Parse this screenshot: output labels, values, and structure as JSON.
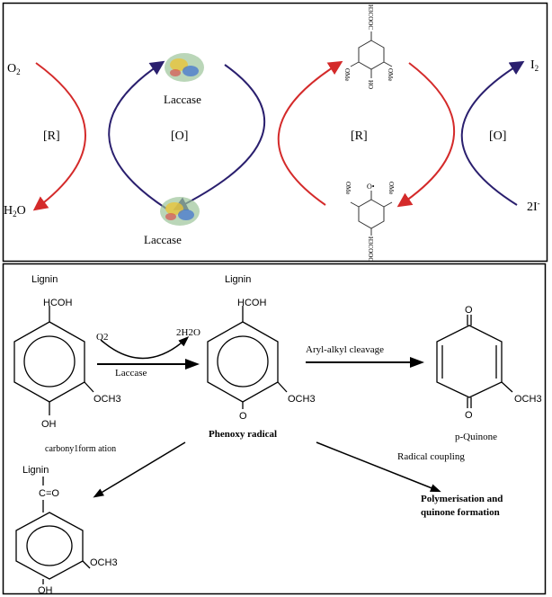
{
  "colors": {
    "reduction": "#d42a2a",
    "oxidation": "#2a1f6e"
  },
  "top_panel": {
    "o2": "O",
    "o2_sub": "2",
    "h2o_a": "H",
    "h2o_sub": "2",
    "h2o_b": "O",
    "laccase_top": "Laccase",
    "laccase_bottom": "Laccase",
    "r1": "[R]",
    "o1": "[O]",
    "r2": "[R]",
    "o2_label": "[O]",
    "i2": "I",
    "i2_sub": "2",
    "iodide": "2I",
    "iodide_sup": "-",
    "mol_top": {
      "ester": "H3COOC",
      "ome_left": "OMe",
      "ome_right": "OMe",
      "oh": "HO"
    },
    "mol_bottom": {
      "ester": "H3COOC",
      "ome_left": "OMe",
      "ome_right": "OMe",
      "radical": "O•"
    }
  },
  "bottom_panel": {
    "mol1": {
      "lignin": "Lignin",
      "group": "HCOH",
      "och3": "OCH3",
      "oh": "OH"
    },
    "reagent": "O2",
    "product": "2H2O",
    "enzyme": "Laccase",
    "mol2": {
      "lignin": "Lignin",
      "group": "HCOH",
      "och3": "OCH3",
      "o": "O",
      "name": "Phenoxy radical"
    },
    "cleavage": "Aryl-alkyl cleavage",
    "mol3": {
      "o_top": "O",
      "o_bottom": "O",
      "och3": "OCH3",
      "name": "p-Quinone"
    },
    "carbonyl": "carbony1form ation",
    "mol4": {
      "lignin": "Lignin",
      "group": "C=O",
      "och3": "OCH3",
      "oh": "OH"
    },
    "coupling": "Radical coupling",
    "polymer_1": "Polymerisation and",
    "polymer_2": "quinone formation"
  }
}
